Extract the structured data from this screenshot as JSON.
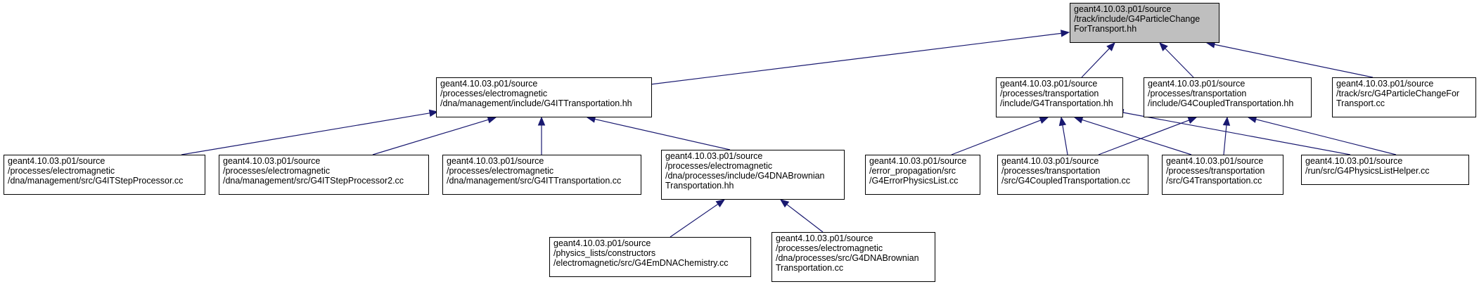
{
  "graph": {
    "nodes": [
      {
        "id": "n0",
        "name": "node-g4particlechangefortransport-hh",
        "root": true,
        "lines": [
          "geant4.10.03.p01/source",
          "/track/include/G4ParticleChange",
          "ForTransport.hh"
        ]
      },
      {
        "id": "n1",
        "name": "node-g4ittransportation-hh",
        "lines": [
          "geant4.10.03.p01/source",
          "/processes/electromagnetic",
          "/dna/management/include/G4ITTransportation.hh"
        ]
      },
      {
        "id": "n2",
        "name": "node-g4transportation-hh",
        "lines": [
          "geant4.10.03.p01/source",
          "/processes/transportation",
          "/include/G4Transportation.hh"
        ]
      },
      {
        "id": "n3",
        "name": "node-g4coupledtransportation-hh",
        "lines": [
          "geant4.10.03.p01/source",
          "/processes/transportation",
          "/include/G4CoupledTransportation.hh"
        ]
      },
      {
        "id": "n4",
        "name": "node-g4particlechangefortransport-cc",
        "lines": [
          "geant4.10.03.p01/source",
          "/track/src/G4ParticleChangeFor",
          "Transport.cc"
        ]
      },
      {
        "id": "n5",
        "name": "node-g4itstepprocessor-cc",
        "lines": [
          "geant4.10.03.p01/source",
          "/processes/electromagnetic",
          "/dna/management/src/G4ITStepProcessor.cc"
        ]
      },
      {
        "id": "n6",
        "name": "node-g4itstepprocessor2-cc",
        "lines": [
          "geant4.10.03.p01/source",
          "/processes/electromagnetic",
          "/dna/management/src/G4ITStepProcessor2.cc"
        ]
      },
      {
        "id": "n7",
        "name": "node-g4ittransportation-cc",
        "lines": [
          "geant4.10.03.p01/source",
          "/processes/electromagnetic",
          "/dna/management/src/G4ITTransportation.cc"
        ]
      },
      {
        "id": "n8",
        "name": "node-g4dnabrowniantransportation-hh",
        "lines": [
          "geant4.10.03.p01/source",
          "/processes/electromagnetic",
          "/dna/processes/include/G4DNABrownian",
          "Transportation.hh"
        ]
      },
      {
        "id": "n9",
        "name": "node-g4errorphysicslist-cc",
        "lines": [
          "geant4.10.03.p01/source",
          "/error_propagation/src",
          "/G4ErrorPhysicsList.cc"
        ]
      },
      {
        "id": "n10",
        "name": "node-g4coupledtransportation-cc",
        "lines": [
          "geant4.10.03.p01/source",
          "/processes/transportation",
          "/src/G4CoupledTransportation.cc"
        ]
      },
      {
        "id": "n11",
        "name": "node-g4transportation-cc",
        "lines": [
          "geant4.10.03.p01/source",
          "/processes/transportation",
          "/src/G4Transportation.cc"
        ]
      },
      {
        "id": "n12",
        "name": "node-g4physicslisthelper-cc",
        "lines": [
          "geant4.10.03.p01/source",
          "/run/src/G4PhysicsListHelper.cc"
        ]
      },
      {
        "id": "n13",
        "name": "node-g4emdnachemistry-cc",
        "lines": [
          "geant4.10.03.p01/source",
          "/physics_lists/constructors",
          "/electromagnetic/src/G4EmDNAChemistry.cc"
        ]
      },
      {
        "id": "n14",
        "name": "node-g4dnabrowniantransportation-cc",
        "lines": [
          "geant4.10.03.p01/source",
          "/processes/electromagnetic",
          "/dna/processes/src/G4DNABrownian",
          "Transportation.cc"
        ]
      }
    ],
    "edges": [
      {
        "from": "n1",
        "to": "n0"
      },
      {
        "from": "n2",
        "to": "n0"
      },
      {
        "from": "n3",
        "to": "n0"
      },
      {
        "from": "n4",
        "to": "n0"
      },
      {
        "from": "n5",
        "to": "n1"
      },
      {
        "from": "n6",
        "to": "n1"
      },
      {
        "from": "n7",
        "to": "n1"
      },
      {
        "from": "n8",
        "to": "n1"
      },
      {
        "from": "n13",
        "to": "n8"
      },
      {
        "from": "n14",
        "to": "n8"
      },
      {
        "from": "n9",
        "to": "n2"
      },
      {
        "from": "n10",
        "to": "n2"
      },
      {
        "from": "n11",
        "to": "n2"
      },
      {
        "from": "n12",
        "to": "n2"
      },
      {
        "from": "n10",
        "to": "n3"
      },
      {
        "from": "n11",
        "to": "n3"
      },
      {
        "from": "n12",
        "to": "n3"
      }
    ]
  }
}
